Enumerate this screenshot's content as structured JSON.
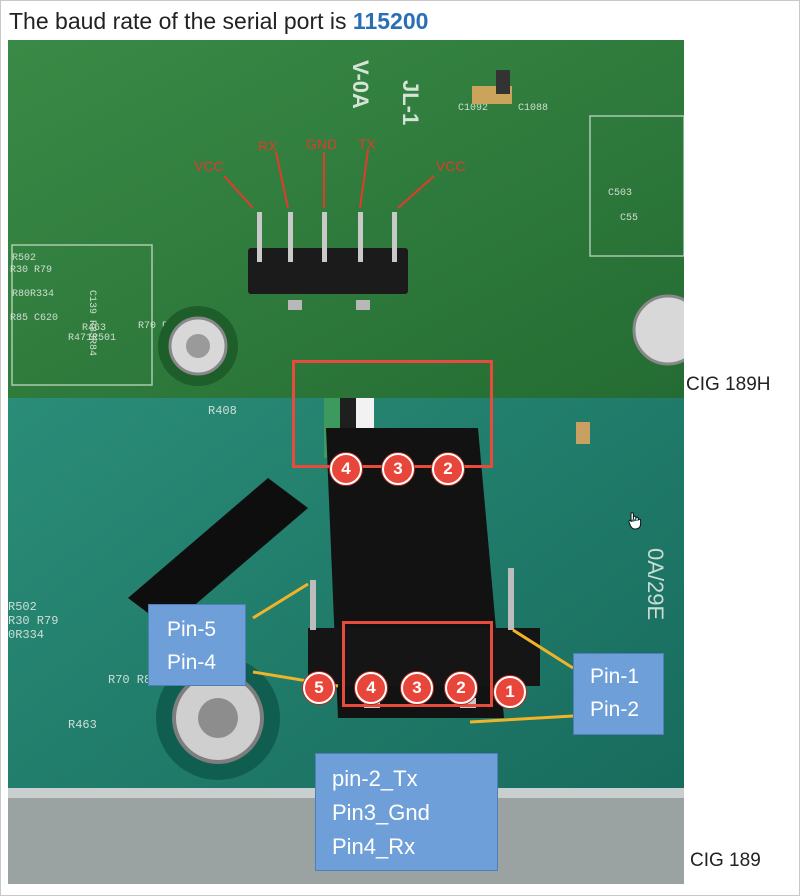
{
  "heading": {
    "text": "The baud rate of the serial port is",
    "rate": "115200"
  },
  "top_photo": {
    "pin_labels": [
      "VCC",
      "RX",
      "GND",
      "TX",
      "VCC"
    ],
    "caption": "CIG 189H"
  },
  "bottom_photo": {
    "caption": "CIG 189",
    "top_box_badges": [
      "4",
      "3",
      "2"
    ],
    "bottom_box_badges": [
      "5",
      "4",
      "3",
      "2",
      "1"
    ],
    "callout_left": {
      "line1": "Pin-5",
      "line2": "Pin-4"
    },
    "callout_right": {
      "line1": "Pin-1",
      "line2": "Pin-2"
    },
    "callout_mid": {
      "line1": "pin-2_Tx",
      "line2": "Pin3_Gnd",
      "line3": "Pin4_Rx"
    }
  },
  "colors": {
    "accent": "#2a6fb6",
    "highlight": "#e64b3c",
    "callout": "#6f9fd8",
    "board_green": "#2f7f3c",
    "board_teal": "#1f7a68"
  },
  "icons": [
    "mouse-pointer-icon"
  ]
}
